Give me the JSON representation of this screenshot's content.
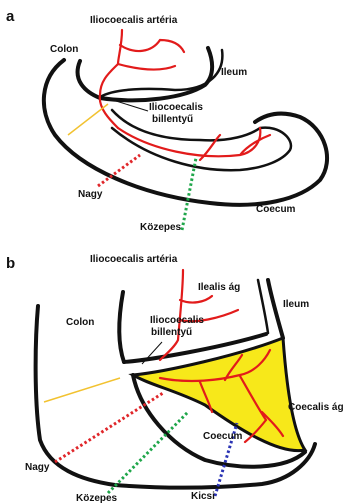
{
  "colors": {
    "outline": "#111111",
    "artery": "#e21b1b",
    "valve_line": "#f2c230",
    "nagy": "#e0262a",
    "kozepes": "#1fa64a",
    "kicsi": "#2a33b4",
    "valve_fill": "#f7e81a"
  },
  "panel_a": {
    "letter": "a",
    "labels": {
      "artery": "Iliocoecalis artéria",
      "colon": "Colon",
      "ileum": "Ileum",
      "valve_line1": "Iliocoecalis",
      "valve_line2": "billentyű",
      "nagy": "Nagy",
      "kozepes": "Közepes",
      "coecum": "Coecum"
    }
  },
  "panel_b": {
    "letter": "b",
    "labels": {
      "artery": "Iliocoecalis artéria",
      "ilealis": "Ilealis ág",
      "ileum": "Ileum",
      "colon": "Colon",
      "valve_line1": "Iliocoecalis",
      "valve_line2": "billentyű",
      "coecalis": "Coecalis ág",
      "coecum": "Coecum",
      "nagy": "Nagy",
      "kozepes": "Közepes",
      "kicsi": "Kicsi"
    }
  }
}
